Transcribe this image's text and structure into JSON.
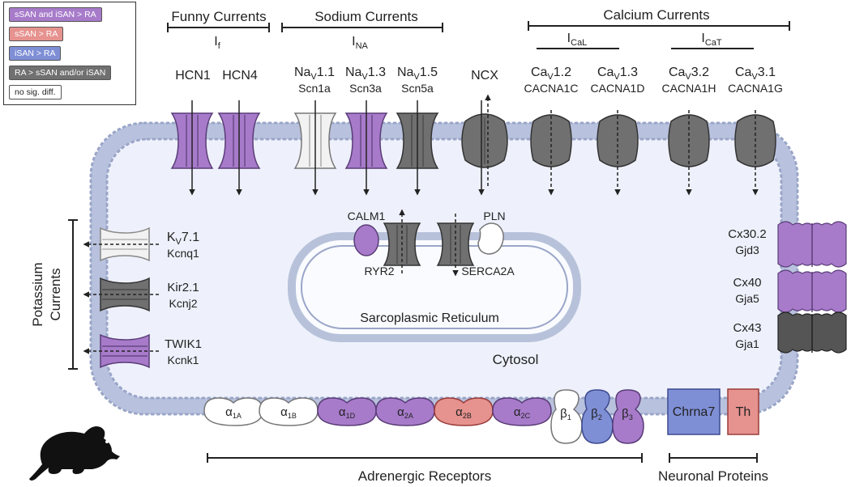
{
  "legend": [
    {
      "label": "sSAN and iSAN > RA",
      "color": "#a77bca"
    },
    {
      "label": "sSAN > RA",
      "color": "#e6928f"
    },
    {
      "label": "iSAN > RA",
      "color": "#7f8fd6"
    },
    {
      "label": "RA > sSAN and/or iSAN",
      "color": "#707070"
    },
    {
      "label": "no sig. diff.",
      "color": "#ffffff"
    }
  ],
  "colors": {
    "purple": "#a77bca",
    "red": "#e6928f",
    "blue": "#7f8fd6",
    "gray": "#707070",
    "white": "#f2f2f2",
    "membrane": "#b8c1dd",
    "cell_fill": "#eef1fb"
  },
  "groups": {
    "funny": {
      "title": "Funny Currents",
      "current": "I",
      "current_sub": "f"
    },
    "sodium": {
      "title": "Sodium Currents",
      "current": "I",
      "current_sub": "NA"
    },
    "calcium": {
      "title": "Calcium Currents",
      "ical": "I",
      "ical_sub": "CaL",
      "icat": "I",
      "icat_sub": "CaT"
    },
    "potassium": {
      "title_line1": "Potassium",
      "title_line2": "Currents"
    },
    "adrenergic": {
      "title": "Adrenergic Receptors"
    },
    "neuronal": {
      "title": "Neuronal Proteins"
    }
  },
  "top_channels": [
    {
      "name": "HCN1",
      "gene": "",
      "color": "purple"
    },
    {
      "name": "HCN4",
      "gene": "",
      "color": "purple"
    },
    {
      "name_main": "Na",
      "name_sub": "V",
      "name_rest": "1.1",
      "gene": "Scn1a",
      "color": "white"
    },
    {
      "name_main": "Na",
      "name_sub": "V",
      "name_rest": "1.3",
      "gene": "Scn3a",
      "color": "purple"
    },
    {
      "name_main": "Na",
      "name_sub": "V",
      "name_rest": "1.5",
      "gene": "Scn5a",
      "color": "gray"
    },
    {
      "name": "NCX",
      "gene": "",
      "color": "gray"
    },
    {
      "name_main": "Ca",
      "name_sub": "V",
      "name_rest": "1.2",
      "gene": "CACNA1C",
      "color": "gray"
    },
    {
      "name_main": "Ca",
      "name_sub": "V",
      "name_rest": "1.3",
      "gene": "CACNA1D",
      "color": "gray"
    },
    {
      "name_main": "Ca",
      "name_sub": "V",
      "name_rest": "3.2",
      "gene": "CACNA1H",
      "color": "gray"
    },
    {
      "name_main": "Ca",
      "name_sub": "V",
      "name_rest": "3.1",
      "gene": "CACNA1G",
      "color": "gray"
    }
  ],
  "left_channels": [
    {
      "name_main": "K",
      "name_sub": "V",
      "name_rest": "7.1",
      "gene": "Kcnq1",
      "color": "white"
    },
    {
      "name": "Kir2.1",
      "gene": "Kcnj2",
      "color": "gray"
    },
    {
      "name": "TWIK1",
      "gene": "Kcnk1",
      "color": "purple"
    }
  ],
  "right_channels": [
    {
      "name": "Cx30.2",
      "gene": "Gjd3",
      "color": "purple"
    },
    {
      "name": "Cx40",
      "gene": "Gja5",
      "color": "purple"
    },
    {
      "name": "Cx43",
      "gene": "Gja1",
      "color": "gray"
    }
  ],
  "sr": {
    "label": "Sarcoplasmic Reticulum",
    "calm1": "CALM1",
    "ryr2": "RYR2",
    "serca2a": "SERCA2A",
    "pln": "PLN"
  },
  "cytosol": "Cytosol",
  "receptors": [
    {
      "greek": "α",
      "sub": "1A",
      "color": "white"
    },
    {
      "greek": "α",
      "sub": "1B",
      "color": "white"
    },
    {
      "greek": "α",
      "sub": "1D",
      "color": "purple"
    },
    {
      "greek": "α",
      "sub": "2A",
      "color": "purple"
    },
    {
      "greek": "α",
      "sub": "2B",
      "color": "red"
    },
    {
      "greek": "α",
      "sub": "2C",
      "color": "purple"
    },
    {
      "greek": "β",
      "sub": "1",
      "color": "white"
    },
    {
      "greek": "β",
      "sub": "2",
      "color": "blue"
    },
    {
      "greek": "β",
      "sub": "3",
      "color": "purple"
    }
  ],
  "neuronal_proteins": [
    {
      "name": "Chrna7",
      "color": "blue"
    },
    {
      "name": "Th",
      "color": "red"
    }
  ]
}
